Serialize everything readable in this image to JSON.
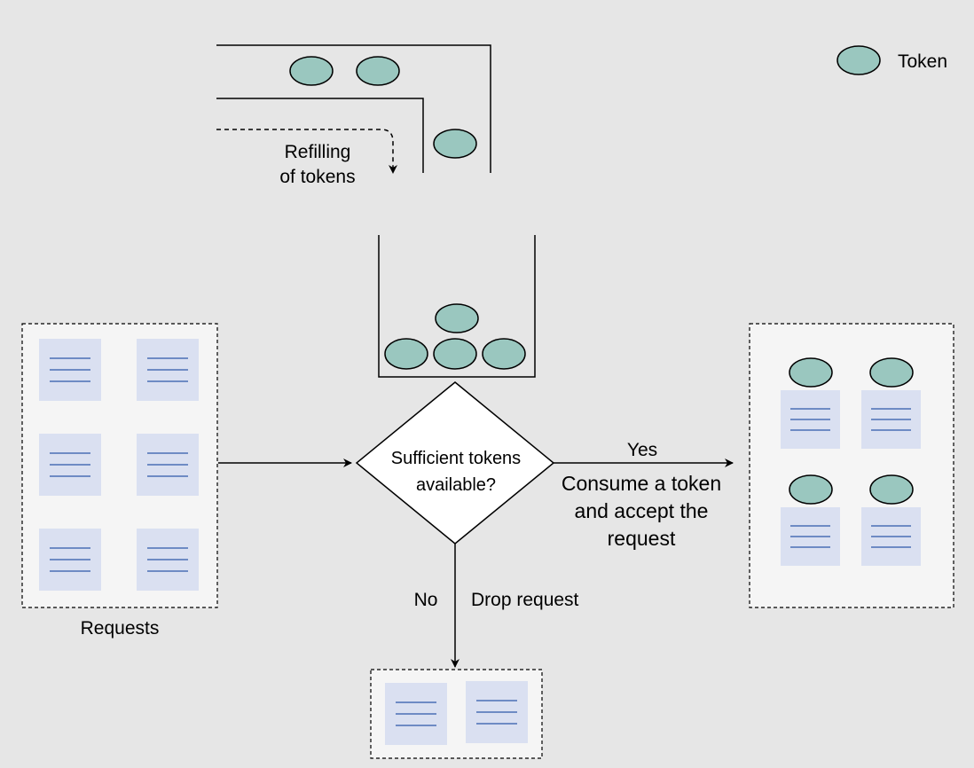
{
  "legend": {
    "label": "Token"
  },
  "refill": {
    "line1": "Refilling",
    "line2": "of tokens"
  },
  "decision": {
    "line1": "Sufficient tokens",
    "line2": "available?"
  },
  "yes_branch": {
    "label": "Yes",
    "line1": "Consume a token",
    "line2": "and accept the",
    "line3": "request"
  },
  "no_branch": {
    "label": "No",
    "action": "Drop request"
  },
  "requests": {
    "label": "Requests",
    "count": 6
  },
  "accepted": {
    "count": 4
  },
  "dropped": {
    "count": 2
  },
  "colors": {
    "background": "#e6e6e6",
    "token_fill": "#9ac7bf",
    "doc_fill": "#dae0f1",
    "doc_lines": "#4a6fb5",
    "group_fill": "#f5f5f5"
  }
}
